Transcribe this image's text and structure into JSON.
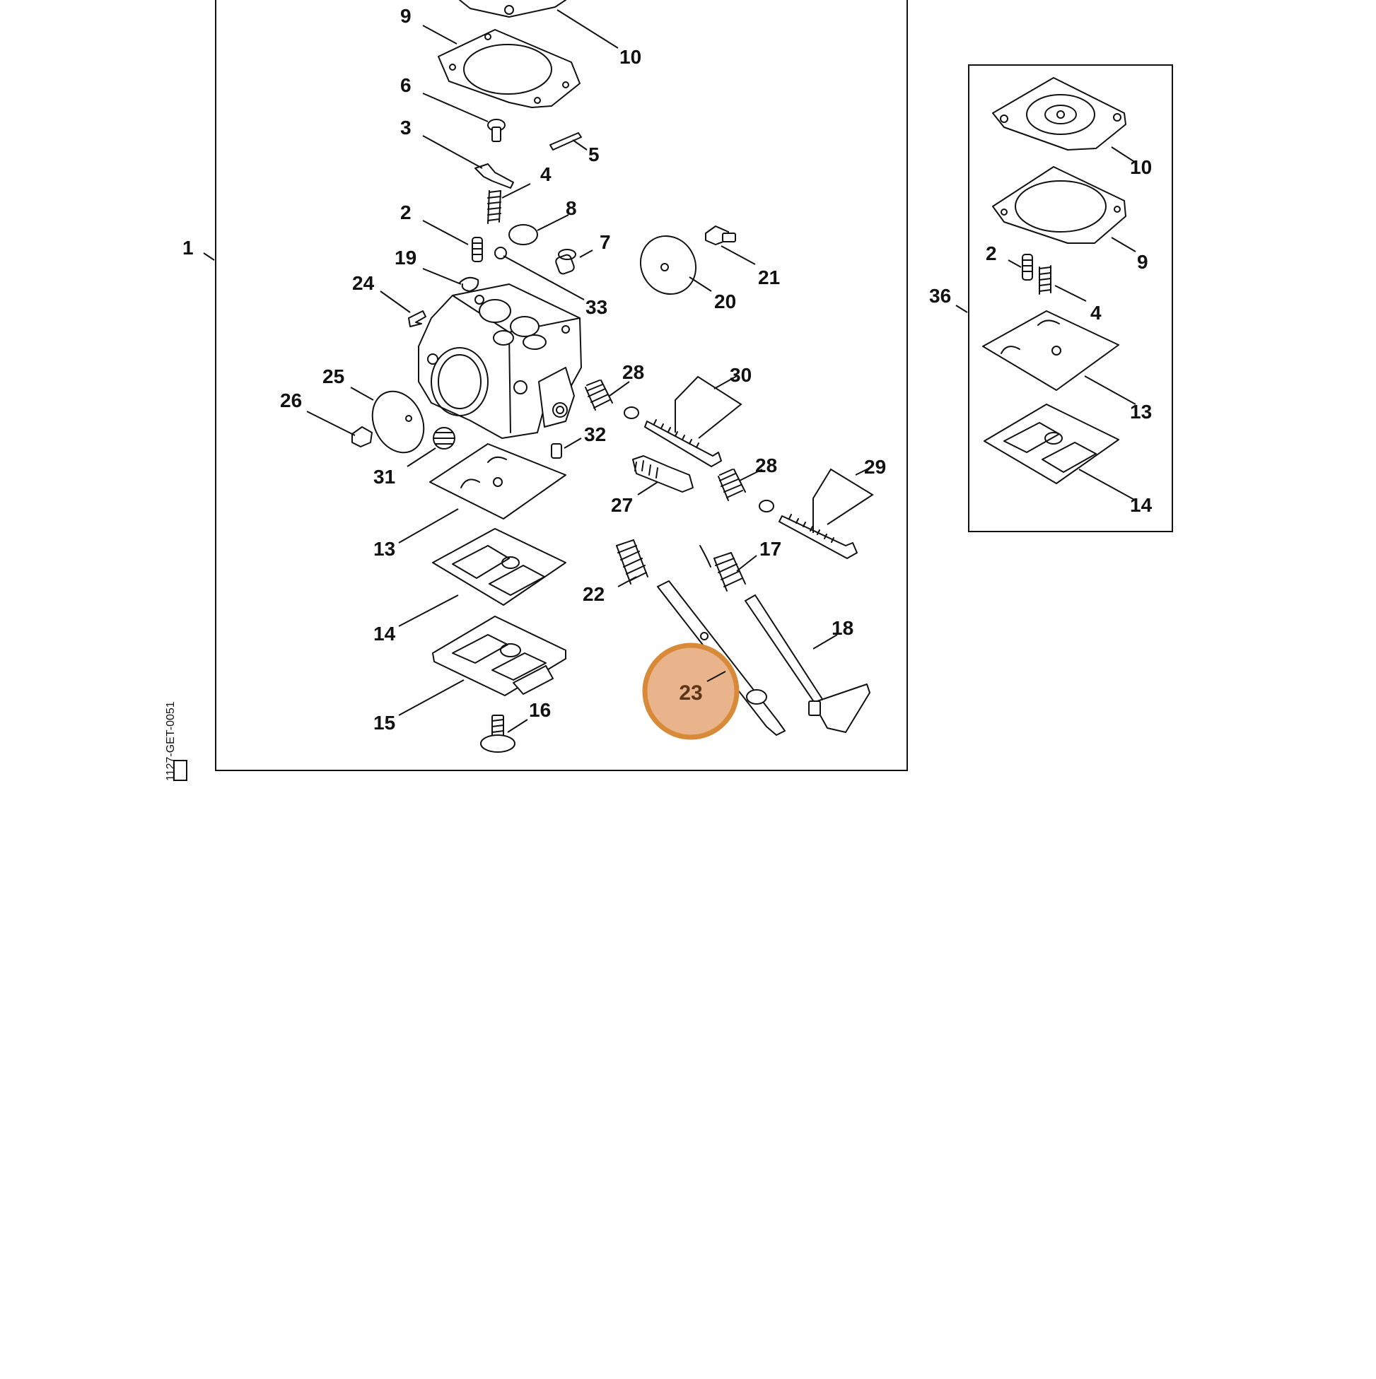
{
  "diagram": {
    "main_labels": [
      "1",
      "2",
      "3",
      "4",
      "5",
      "6",
      "7",
      "8",
      "9",
      "10",
      "13",
      "14",
      "15",
      "16",
      "17",
      "18",
      "19",
      "20",
      "21",
      "22",
      "23",
      "24",
      "25",
      "26",
      "27",
      "28",
      "28",
      "29",
      "30",
      "31",
      "32",
      "33"
    ],
    "inset_labels": [
      "36",
      "10",
      "9",
      "2",
      "4",
      "13",
      "14"
    ],
    "highlight": {
      "label": "23",
      "color": "#e9b48c",
      "border_color": "#d88a38"
    },
    "side_code": "1127-GET-0051"
  }
}
